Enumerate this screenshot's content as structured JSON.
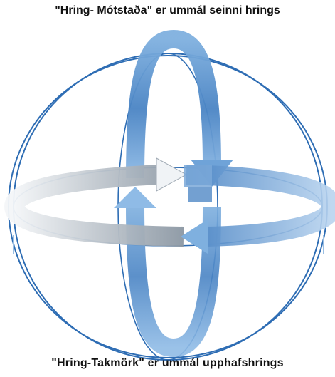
{
  "captions": {
    "top": "\"Hring- Mótstaða\" er ummál seinni hrings",
    "bottom": "\"Hring-Takmörk\" er ummál upphafshrings"
  },
  "colors": {
    "sphere_outline": "#2e6db4",
    "blue_dark": "#4a84c4",
    "blue_mid": "#6fa3d8",
    "blue_light": "#a9c9ea",
    "gray_dark": "#8b97a3",
    "gray_light": "#e9edf1"
  },
  "icons": {
    "vertical_ring": "circular-arrow-vertical",
    "horizontal_ring": "circular-arrow-horizontal"
  }
}
